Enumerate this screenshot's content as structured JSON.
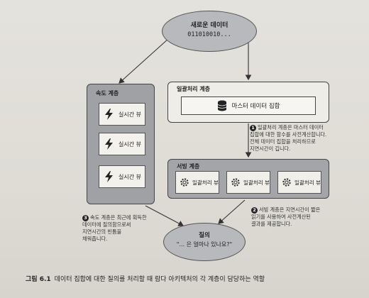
{
  "new_data": {
    "title": "새로운 데이터",
    "bits": "011010010..."
  },
  "speed_layer": {
    "label": "속도 계층",
    "views": [
      {
        "label": "실시간 뷰"
      },
      {
        "label": "실시간 뷰"
      },
      {
        "label": "실시간 뷰"
      }
    ]
  },
  "batch_layer": {
    "label": "일괄처리 계층",
    "master_dataset": "마스터 데이터 집합"
  },
  "serving_layer": {
    "label": "서빙 계층",
    "views": [
      {
        "label": "일괄처리 뷰"
      },
      {
        "label": "일괄처리 뷰"
      },
      {
        "label": "일괄처리 뷰"
      }
    ]
  },
  "query": {
    "title": "질의",
    "text": "\"... 은 얼마나 있나요?\""
  },
  "notes": {
    "note1": {
      "num": "1",
      "lines": [
        "일괄처리 계층은 마스터 데이터",
        "집합에 대한 함수를 사전계산합니다.",
        "전체 데이터 집합을 처리하므로",
        "지연시간이 깁니다."
      ]
    },
    "note2": {
      "num": "2",
      "lines": [
        "서빙 계층은 지연시간이 짧은",
        "읽기를 사용하여 사전계산된",
        "결과를 제공합니다."
      ]
    },
    "note3": {
      "num": "3",
      "lines": [
        "속도 계층은 최근에 획득한",
        "데이터에 질의함으로써",
        "지연시간의 빈틈을",
        "채워줍니다."
      ]
    }
  },
  "caption": {
    "fig": "그림 6.1",
    "text": "데이터 집합에 대한 질의를 처리할 때 람다 아키텍처의 각 계층이 담당하는 역할"
  },
  "colors": {
    "node_fill": "#b8b9bc",
    "speed_fill": "#9fa1a4",
    "serving_fill": "#a3a5a8",
    "batch_fill": "#eeede8"
  },
  "icons": {
    "realtime": "lightning-bolt-icon",
    "batch_view": "gear-icon",
    "master": "database-icon"
  }
}
